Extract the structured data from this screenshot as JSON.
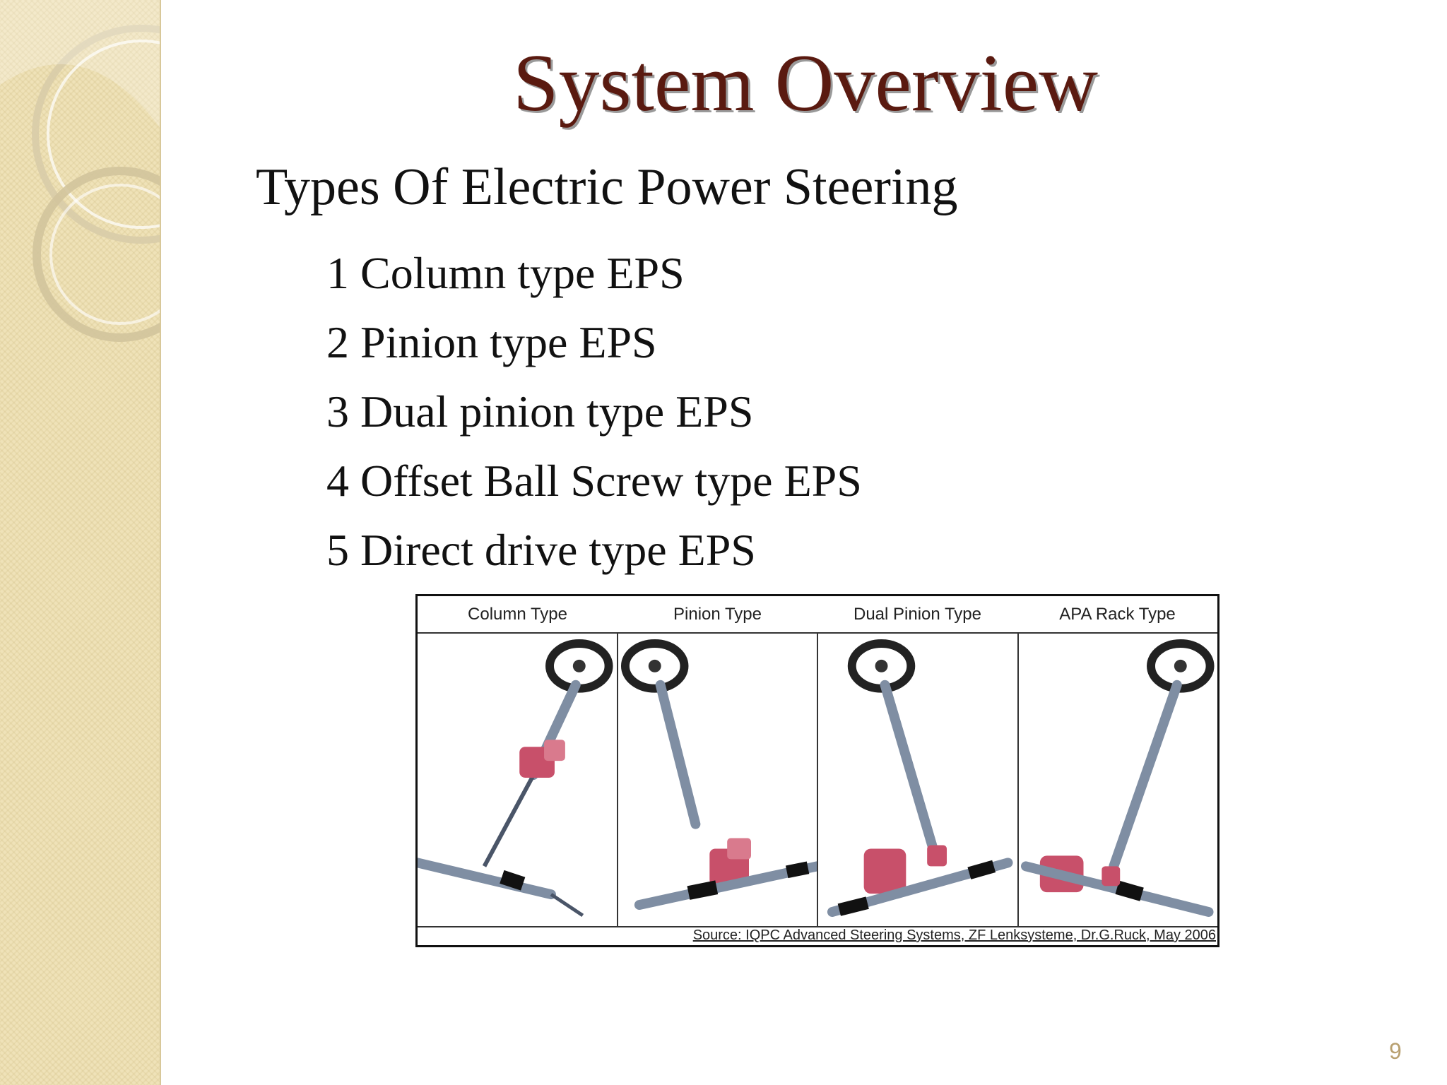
{
  "slide": {
    "title": "System Overview",
    "subtitle": "Types Of Electric Power Steering",
    "types": [
      "1 Column type EPS",
      "2 Pinion type EPS",
      "3 Dual pinion type EPS",
      "4 Offset Ball Screw type EPS",
      "5 Direct drive type EPS"
    ],
    "page_number": "9"
  },
  "figure": {
    "headers": [
      "Column Type",
      "Pinion Type",
      "Dual Pinion Type",
      "APA Rack Type"
    ],
    "source": "Source: IQPC Advanced Steering Systems, ZF Lenksysteme, Dr.G.Ruck, May 2006"
  },
  "colors": {
    "title": "#5a1a10",
    "sidebar": "#efe2b8",
    "motor": "#c8506a",
    "steel": "#7f8ea3"
  }
}
